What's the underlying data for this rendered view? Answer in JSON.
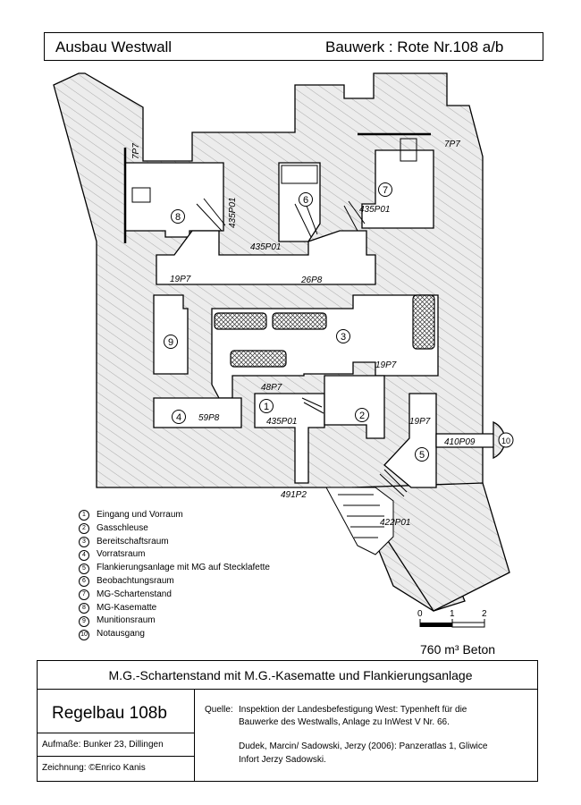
{
  "header": {
    "left": "Ausbau Westwall",
    "right": "Bauwerk : Rote Nr.108 a/b"
  },
  "plan_labels": [
    {
      "key": "7P7_left",
      "text": "7P7"
    },
    {
      "key": "7P7_right",
      "text": "7P7"
    },
    {
      "key": "435P01_a",
      "text": "435P01"
    },
    {
      "key": "435P01_b",
      "text": "435P01"
    },
    {
      "key": "435P01_c",
      "text": "435P01"
    },
    {
      "key": "435P01_d",
      "text": "435P01"
    },
    {
      "key": "19P7_a",
      "text": "19P7"
    },
    {
      "key": "26P8",
      "text": "26P8"
    },
    {
      "key": "19P7_b",
      "text": "19P7"
    },
    {
      "key": "48P7",
      "text": "48P7"
    },
    {
      "key": "59P8",
      "text": "59P8"
    },
    {
      "key": "19P7_c",
      "text": "19P7"
    },
    {
      "key": "410P09",
      "text": "410P09"
    },
    {
      "key": "491P2",
      "text": "491P2"
    },
    {
      "key": "422P01",
      "text": "422P01"
    }
  ],
  "room_numbers": [
    "1",
    "2",
    "3",
    "4",
    "5",
    "6",
    "7",
    "8",
    "9",
    "10"
  ],
  "legend": [
    {
      "num": "1",
      "text": "Eingang und Vorraum"
    },
    {
      "num": "2",
      "text": "Gasschleuse"
    },
    {
      "num": "3",
      "text": "Bereitschaftsraum"
    },
    {
      "num": "4",
      "text": "Vorratsraum"
    },
    {
      "num": "5",
      "text": "Flankierungsanlage mit MG auf Stecklafette"
    },
    {
      "num": "6",
      "text": "Beobachtungsraum"
    },
    {
      "num": "7",
      "text": "MG-Schartenstand"
    },
    {
      "num": "8",
      "text": "MG-Kasematte"
    },
    {
      "num": "9",
      "text": "Munitionsraum"
    },
    {
      "num": "10",
      "text": "Notausgang"
    }
  ],
  "scale": {
    "labels": [
      "0",
      "1",
      "2"
    ]
  },
  "volume": "760 m³ Beton",
  "subtitle": "M.G.-Schartenstand mit M.G.-Kasematte und Flankierungsanlage",
  "regelbau": "Regelbau 108b",
  "aufmasse": "Aufmaße: Bunker 23, Dillingen",
  "zeichnung": "Zeichnung: ©Enrico Kanis",
  "quelle": {
    "label": "Quelle:",
    "line1": "Inspektion der Landesbefestigung West: Typenheft für die",
    "line2": "Bauwerke des Westwalls, Anlage zu InWest V Nr. 66.",
    "line3": "Dudek, Marcin/ Sadowski, Jerzy (2006): Panzeratlas 1, Gliwice",
    "line4": "Infort Jerzy Sadowski."
  }
}
